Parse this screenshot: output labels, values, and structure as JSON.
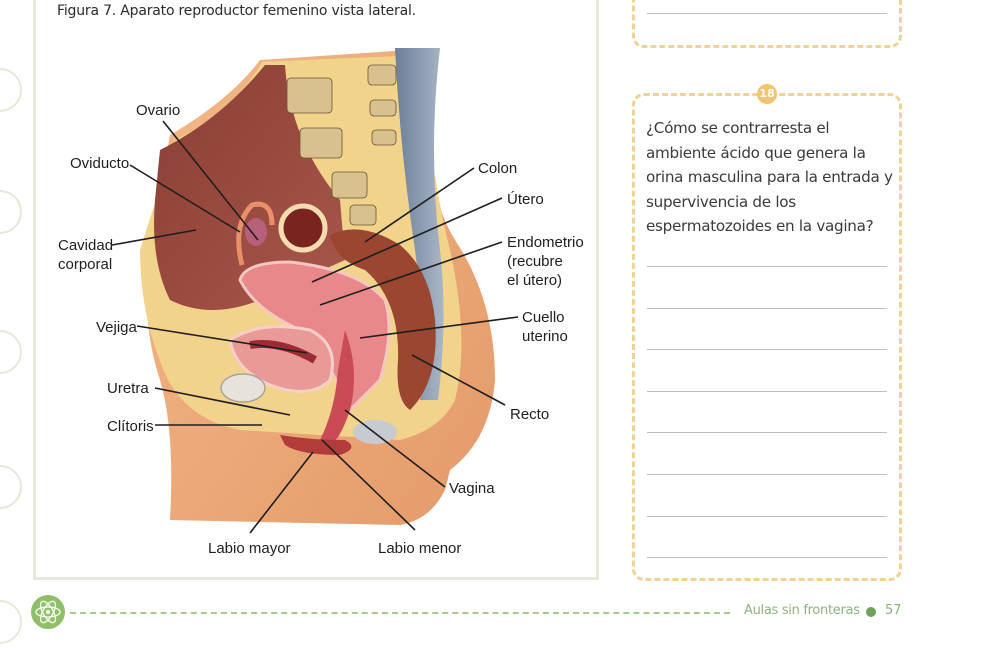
{
  "figure": {
    "caption": "Figura 7. Aparato reproductor femenino vista lateral.",
    "labels": {
      "ovario": "Ovario",
      "oviducto": "Oviducto",
      "cavidad_1": "Cavidad",
      "cavidad_2": "corporal",
      "vejiga": "Vejiga",
      "uretra": "Uretra",
      "clitoris": "Clítoris",
      "labio_mayor": "Labio mayor",
      "labio_menor": "Labio menor",
      "colon": "Colon",
      "utero": "Útero",
      "endometrio_1": "Endometrio",
      "endometrio_2": "(recubre",
      "endometrio_3": "el útero)",
      "cuello_1": "Cuello",
      "cuello_2": "uterino",
      "recto": "Recto",
      "vagina": "Vagina"
    }
  },
  "question": {
    "number": "18",
    "text": "¿Cómo se contrarresta el ambiente ácido que genera la orina masculina para la entrada y supervivencia de los espermatozoides en la vagina?",
    "answer_lines": 8
  },
  "footer": {
    "publisher": "Aulas sin fronteras",
    "page_number": "57",
    "logo_icon": "atom-icon",
    "accent_color": "#8fbf6a"
  },
  "colors": {
    "box_border": "#f0d296",
    "badge": "#f1c46d",
    "frame": "#e4ebd9"
  }
}
